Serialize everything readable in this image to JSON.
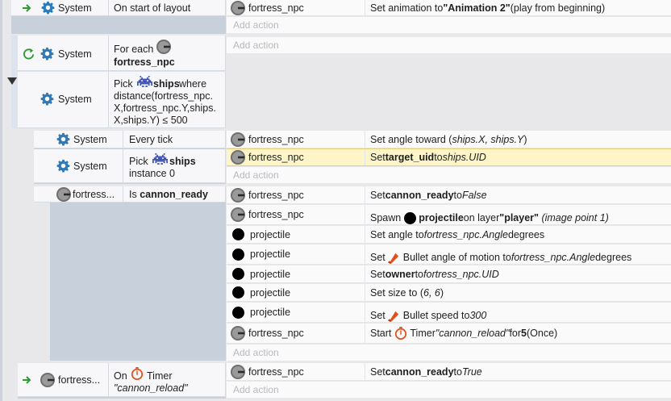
{
  "labels": {
    "system": "System",
    "add_action": "Add action",
    "fortress_npc": "fortress_npc",
    "projectile": "projectile",
    "fortress_trunc": "fortress...",
    "fortress_trunc2": "fortress..."
  },
  "events": {
    "e1": {
      "cond": "On start of layout",
      "act1_text_a": "Set animation to ",
      "act1_text_b": "\"Animation 2\"",
      "act1_text_c": " (play from beginning)"
    },
    "e2": {
      "c1_a": "For each",
      "c1_b": "fortress_npc",
      "c2_a": "Pick",
      "c2_b": "ships",
      "c2_c": " where",
      "c2_d": "distance(fortress_npc.",
      "c2_e": "X,fortress_npc.Y,ships.",
      "c2_f": "X,ships.Y) ≤ 500"
    },
    "e3": {
      "c1": "Every tick",
      "c2_a": "Pick",
      "c2_b": "ships",
      "c2_c": "instance 0",
      "a1_a": "Set angle toward (",
      "a1_b": "ships.X, ships.Y",
      "a1_c": ")",
      "a2_a": "Set ",
      "a2_b": "target_uid",
      "a2_c": " to ",
      "a2_d": "ships.UID"
    },
    "e4": {
      "c1_a": "Is ",
      "c1_b": "cannon_ready",
      "a1_a": "Set ",
      "a1_b": "cannon_ready",
      "a1_c": " to ",
      "a1_d": "False",
      "a2_a": "Spawn",
      "a2_b": "projectile",
      "a2_c": " on layer ",
      "a2_d": "\"player\"",
      "a2_e": " (image point 1)",
      "a3_a": "Set angle to ",
      "a3_b": "fortress_npc.Angle",
      "a3_c": " degrees",
      "a4_a": "Set",
      "a4_b": "Bullet angle of motion to ",
      "a4_c": "fortress_npc.Angle",
      "a4_d": " degrees",
      "a5_a": "Set ",
      "a5_b": "owner",
      "a5_c": " to ",
      "a5_d": "fortress_npc.UID",
      "a6_a": "Set size to (",
      "a6_b": "6, 6",
      "a6_c": ")",
      "a7_a": "Set",
      "a7_b": "Bullet speed to ",
      "a7_c": "300",
      "a8_a": "Start",
      "a8_b": "Timer ",
      "a8_c": "\"cannon_reload\"",
      "a8_d": " for ",
      "a8_e": "5",
      "a8_f": " (Once)"
    },
    "e5": {
      "c1_a": "On",
      "c1_b": "Timer",
      "c1_c": "\"cannon_reload\"",
      "a1_a": "Set ",
      "a1_b": "cannon_ready",
      "a1_c": " to ",
      "a1_d": "True"
    }
  },
  "colors": {
    "accent_green": "#2e9a2e",
    "gear_blue": "#2f7ab8",
    "timer_orange": "#e0501e",
    "selected_row": "#fdf5c8"
  }
}
